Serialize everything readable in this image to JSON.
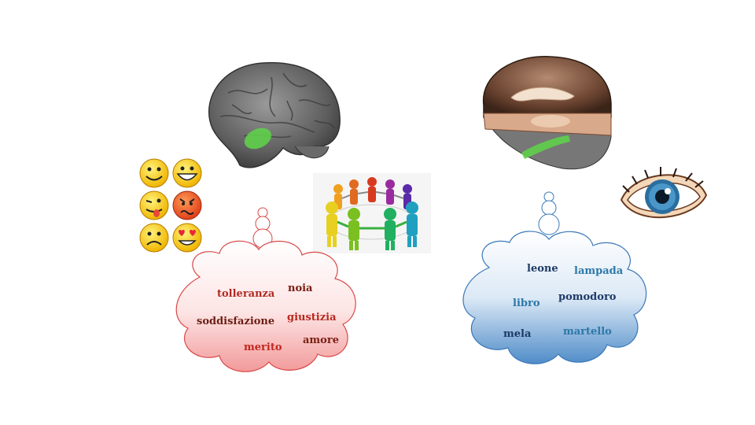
{
  "left_cloud": {
    "words": [
      {
        "text": "tolleranza",
        "color": "#b22a22"
      },
      {
        "text": "noia",
        "color": "#7a1d12"
      },
      {
        "text": "soddisfazione",
        "color": "#6b1f14"
      },
      {
        "text": "giustizia",
        "color": "#b8281e"
      },
      {
        "text": "merito",
        "color": "#c0281e"
      },
      {
        "text": "amore",
        "color": "#7a1f14"
      }
    ]
  },
  "right_cloud": {
    "words": [
      {
        "text": "leone",
        "color": "#1e3a66"
      },
      {
        "text": "lampada",
        "color": "#2c78a8"
      },
      {
        "text": "libro",
        "color": "#2c78a8"
      },
      {
        "text": "pomodoro",
        "color": "#1e3a66"
      },
      {
        "text": "mela",
        "color": "#1e3a66"
      },
      {
        "text": "martello",
        "color": "#2c78a8"
      }
    ]
  },
  "icons": {
    "left_brain": "brain-lateral-icon",
    "right_brain": "brain-medial-icon",
    "emojis": "emoji-grid-icon",
    "people": "people-circle-icon",
    "eye": "eye-icon"
  },
  "colors": {
    "highlight": "#5fcf4a",
    "red_cloud": "#f4a5a5",
    "blue_cloud": "#5b95cf"
  }
}
